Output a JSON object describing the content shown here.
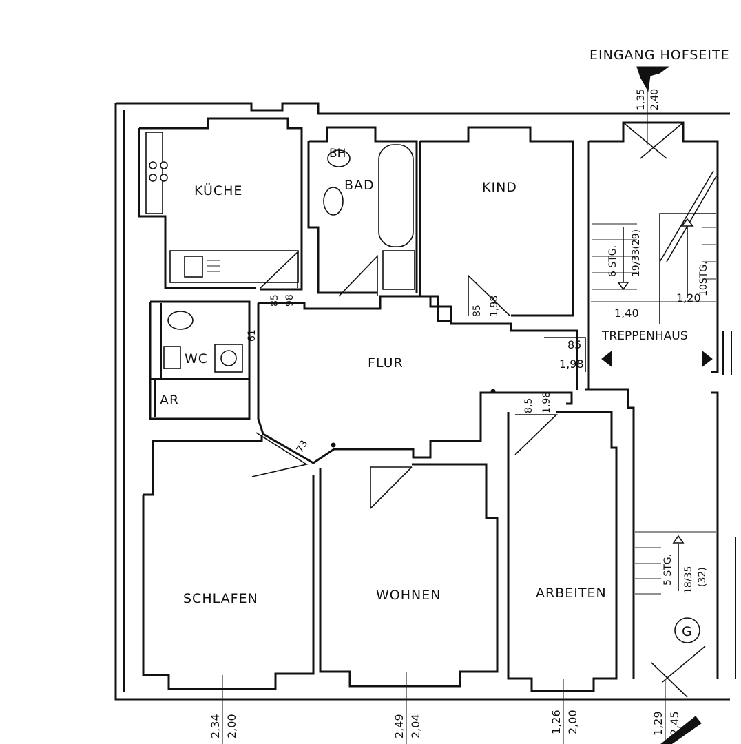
{
  "entrance": {
    "label": "EINGANG HOFSEITE"
  },
  "rooms": {
    "kueche": "KÜCHE",
    "bad": "BAD",
    "bad_fixture": "BH",
    "kind": "KIND",
    "wc": "WC",
    "ar": "AR",
    "flur": "FLUR",
    "treppenhaus": "TREPPENHAUS",
    "schlafen": "SCHLAFEN",
    "wohnen": "WOHNEN",
    "arbeiten": "ARBEITEN"
  },
  "stairs": {
    "upper_left_steps": "6 STG.",
    "upper_left_ratio": "19/33(29)",
    "upper_right_steps": "10STG.",
    "upper_right_width": "1,20",
    "landing_width": "1,40",
    "lower_steps": "5 STG.",
    "lower_ratio": "18/35",
    "lower_ratio_note": "(32)"
  },
  "marker": {
    "label": "G"
  },
  "door_dims": {
    "entrance_top_a": "1,35",
    "entrance_top_b": "2,40",
    "kueche_a": "85",
    "kueche_b": "98",
    "kind_a": "85",
    "kind_b": "1,98",
    "treppe_a": "85",
    "treppe_b": "1,98",
    "arbeiten_a": "8,5",
    "arbeiten_b": "1,98",
    "wc_a": "61",
    "schlafen_a": "73"
  },
  "window_dims": [
    {
      "a": "2,34",
      "b": "2,00"
    },
    {
      "a": "2,49",
      "b": "2,04"
    },
    {
      "a": "1,26",
      "b": "2,00"
    },
    {
      "a": "1,29",
      "b": "2,45"
    }
  ]
}
